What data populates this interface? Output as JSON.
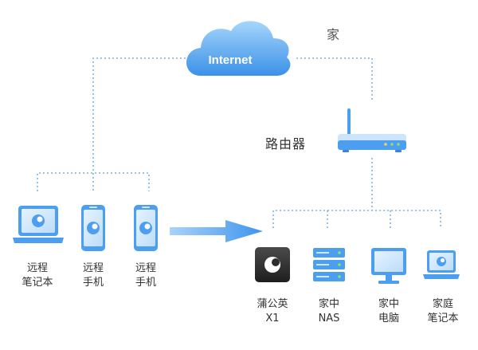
{
  "diagram": {
    "cloud_label": "Internet",
    "home_label": "家",
    "router_label": "路由器",
    "remote_devices": [
      {
        "id": "remote-laptop",
        "label": "远程\n笔记本",
        "icon": "laptop-icon"
      },
      {
        "id": "remote-phone-1",
        "label": "远程\n手机",
        "icon": "phone-icon"
      },
      {
        "id": "remote-phone-2",
        "label": "远程\n手机",
        "icon": "phone-icon"
      }
    ],
    "home_devices": [
      {
        "id": "pugongying-x1",
        "label": "蒲公英\nX1",
        "icon": "pugongying-box-icon"
      },
      {
        "id": "home-nas",
        "label": "家中\nNAS",
        "icon": "nas-icon"
      },
      {
        "id": "home-pc",
        "label": "家中\n电脑",
        "icon": "monitor-icon"
      },
      {
        "id": "home-laptop",
        "label": "家庭\n笔记本",
        "icon": "laptop-icon"
      }
    ],
    "colors": {
      "link": "#7fb2e5",
      "device_blue": "#4c9ff0",
      "device_light": "#cfe6fb",
      "arrow": "#4a9fee",
      "cloud_top": "#9ccff9",
      "cloud_bottom": "#3d93ea",
      "box_dark": "#2d2d2d"
    }
  }
}
